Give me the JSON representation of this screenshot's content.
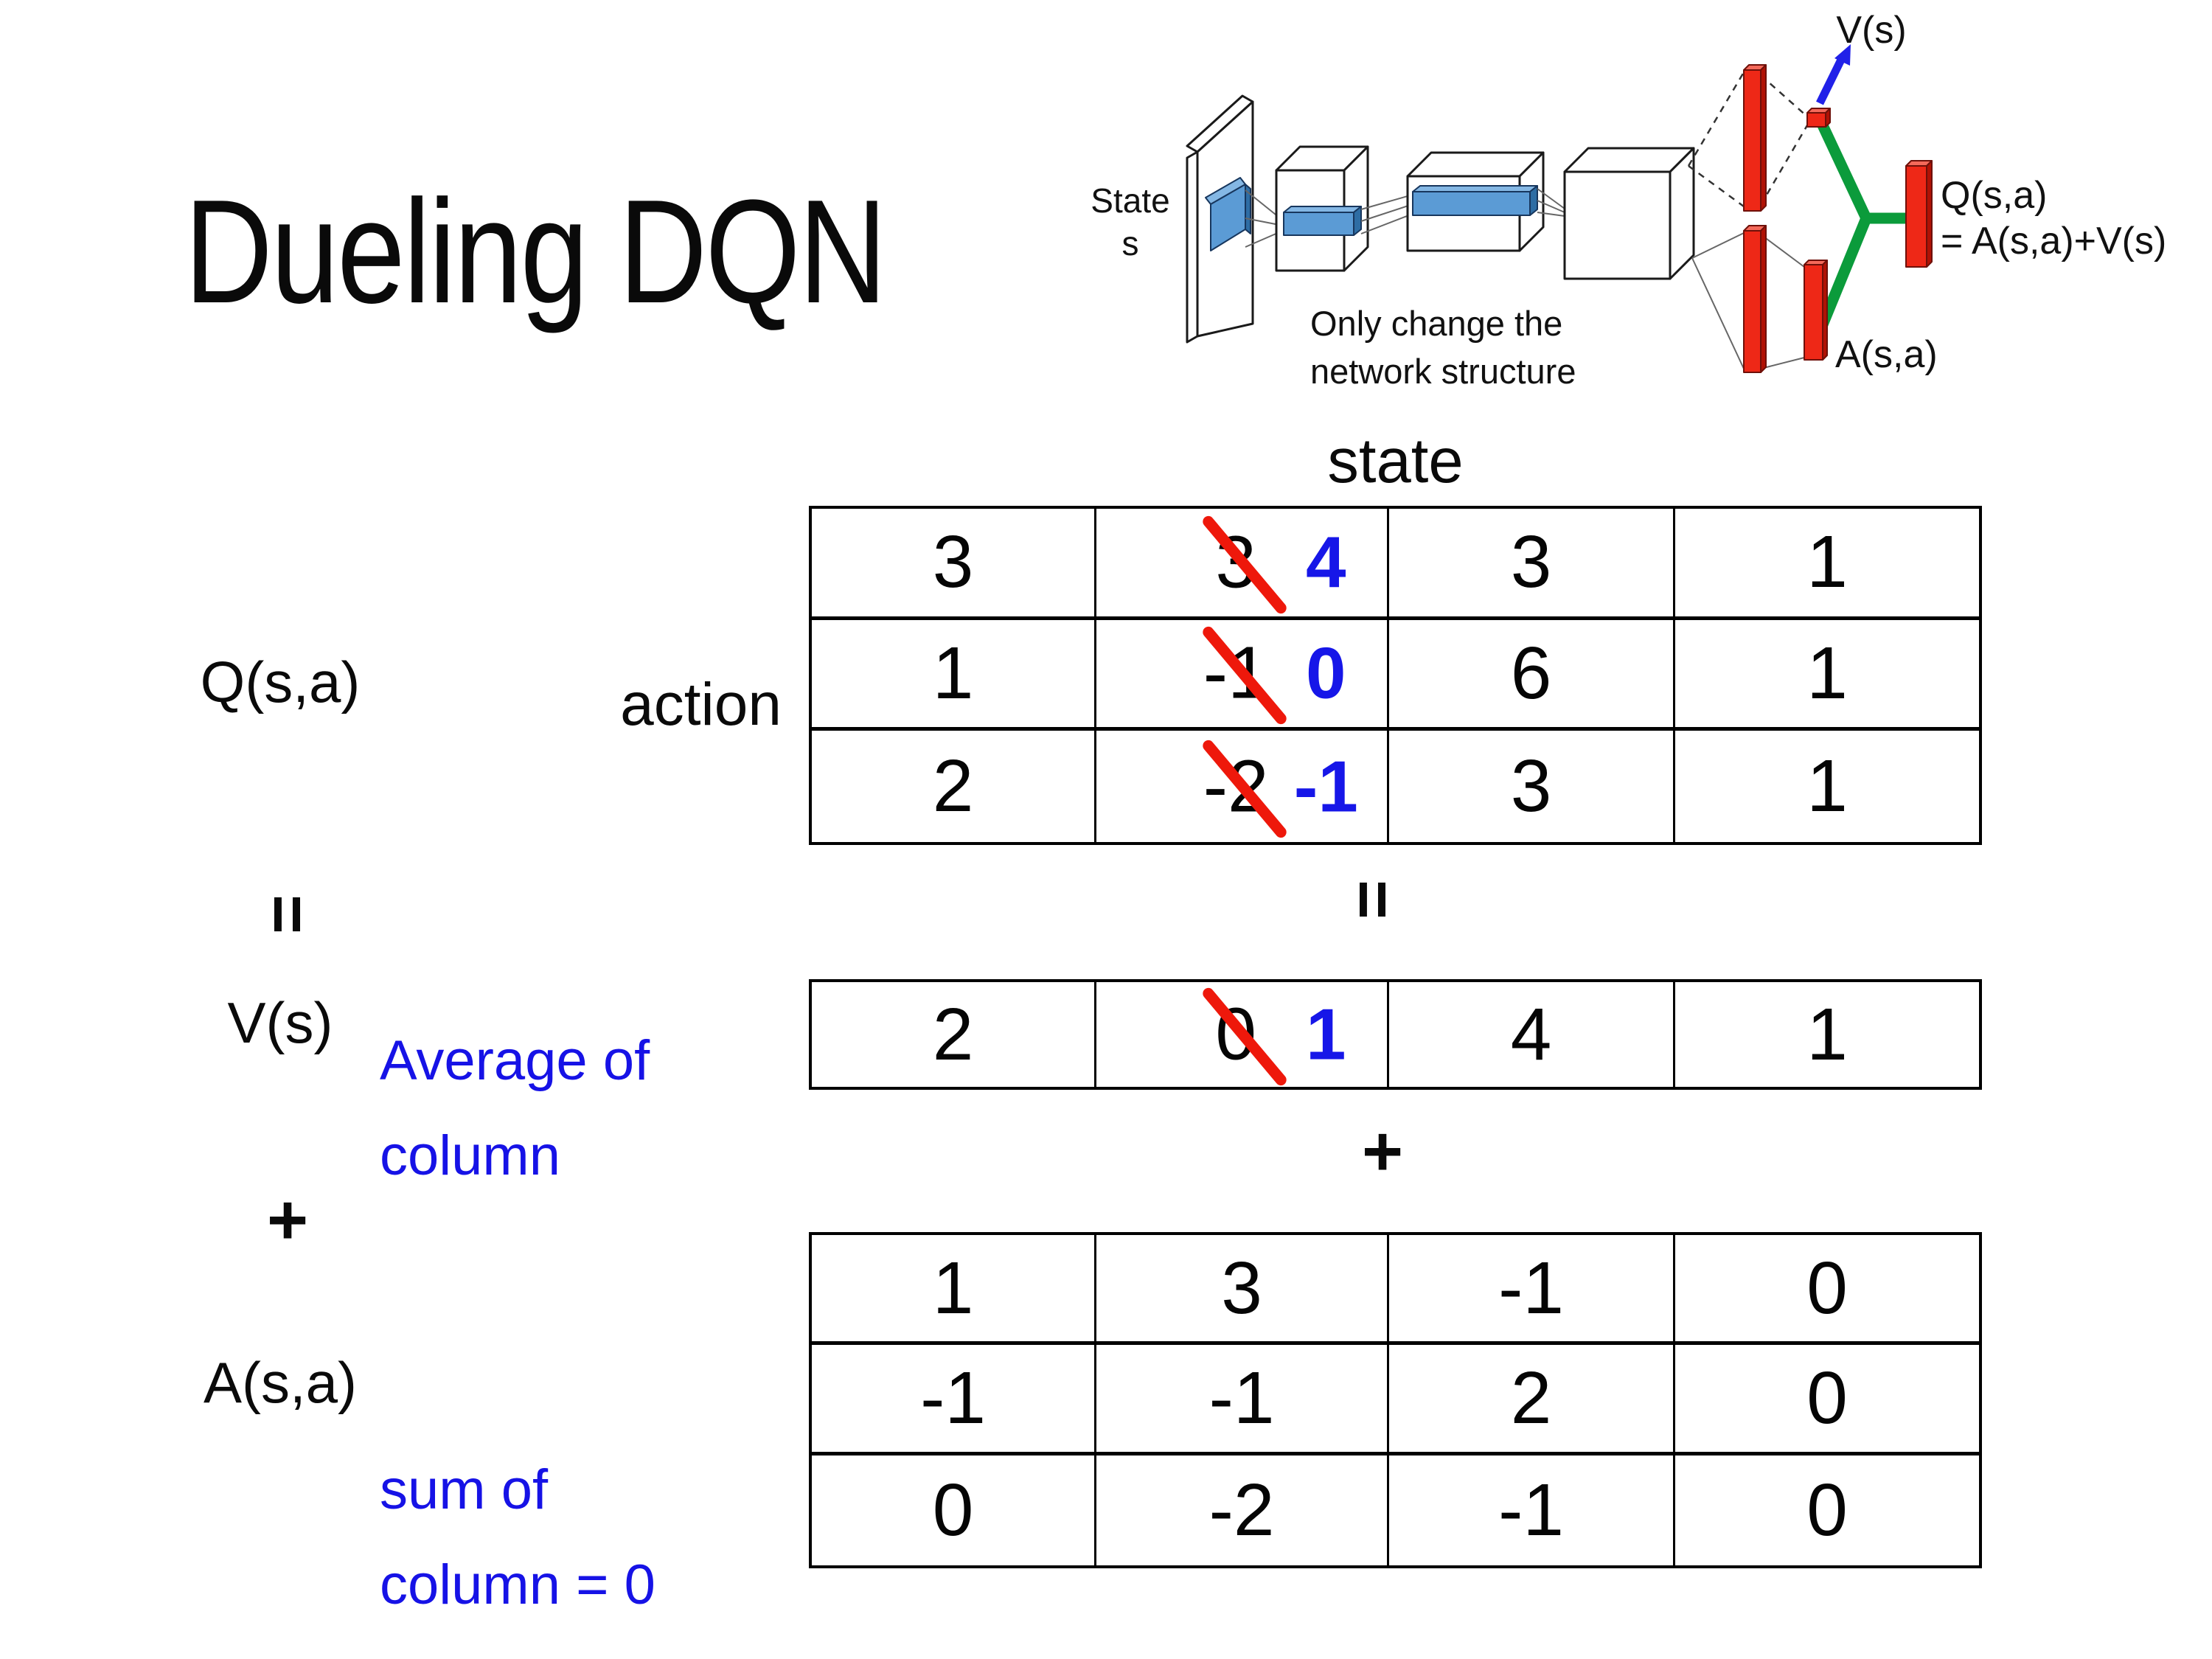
{
  "slide": {
    "title": "Dueling DQN",
    "background": "#ffffff"
  },
  "diagram": {
    "state_line1": "State",
    "state_line2": "s",
    "v_label": "V(s)",
    "a_label": "A(s,a)",
    "q_label": "Q(s,a)",
    "q_eq": "= A(s,a)+V(s)",
    "note1": "Only change the",
    "note2": "network structure"
  },
  "labels": {
    "state_header": "state",
    "action": "action",
    "q": "Q(s,a)",
    "eq_left": "=",
    "v": "V(s)",
    "plus_left": "+",
    "a": "A(s,a)",
    "eq_mid": "=",
    "plus_mid": "+",
    "avg1": "Average of",
    "avg2": "column",
    "sum1": "sum of",
    "sum2": "column = 0"
  },
  "q_table": {
    "rows": [
      {
        "c1": "3",
        "old": "3",
        "new": "4",
        "c3": "3",
        "c4": "1"
      },
      {
        "c1": "1",
        "old": "-1",
        "new": "0",
        "c3": "6",
        "c4": "1"
      },
      {
        "c1": "2",
        "old": "-2",
        "new": "-1",
        "c3": "3",
        "c4": "1"
      }
    ]
  },
  "v_row": {
    "c1": "2",
    "old": "0",
    "new": "1",
    "c3": "4",
    "c4": "1"
  },
  "a_table": {
    "rows": [
      [
        "1",
        "3",
        "-1",
        "0"
      ],
      [
        "-1",
        "-1",
        "2",
        "0"
      ],
      [
        "0",
        "-2",
        "-1",
        "0"
      ]
    ]
  },
  "colors": {
    "blue_text": "#1612e6",
    "blue_value": "#1616e8",
    "cross_red": "#ee180b",
    "bar_red": "#ee2817",
    "link_green": "#0b9b3b",
    "conv_blue": "#5b9bd5",
    "arrow_blue": "#2121e8"
  }
}
